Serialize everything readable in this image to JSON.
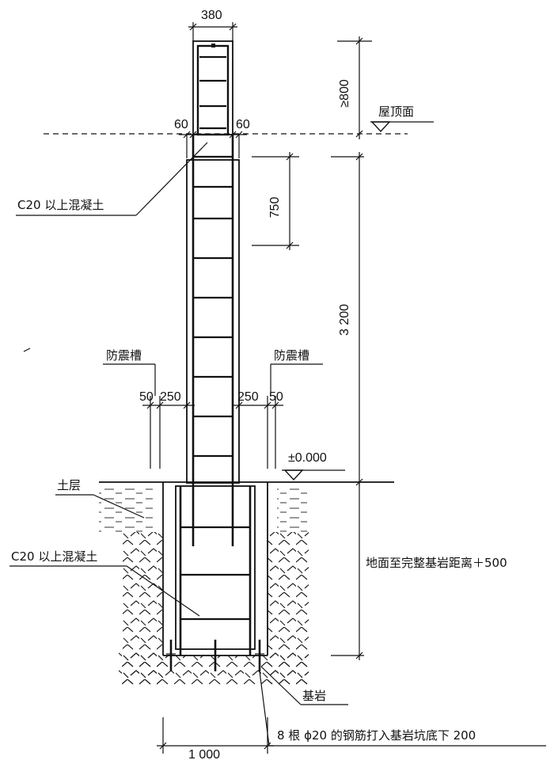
{
  "labels": {
    "roof_surface": "屋顶面",
    "concrete_upper": "C20 以上混凝土",
    "concrete_lower": "C20 以上混凝土",
    "seismic_groove_left": "防震槽",
    "seismic_groove_right": "防震槽",
    "ground_elevation": "±0.000",
    "soil_layer": "土层",
    "bedrock": "基岩",
    "depth_note": "地面至完整基岩距离＋500",
    "rebar_note": "8 根 ϕ20 的钢筋打入基岩坑底下 200"
  },
  "dimensions": {
    "column_width": "380",
    "min_height_above_roof": "≥800",
    "offset_left": "60",
    "offset_right": "60",
    "spacing": "750",
    "column_height": "3 200",
    "groove_left_gap": "50",
    "groove_left_width": "250",
    "groove_right_width": "250",
    "groove_right_gap": "50",
    "pit_width": "1 000"
  }
}
